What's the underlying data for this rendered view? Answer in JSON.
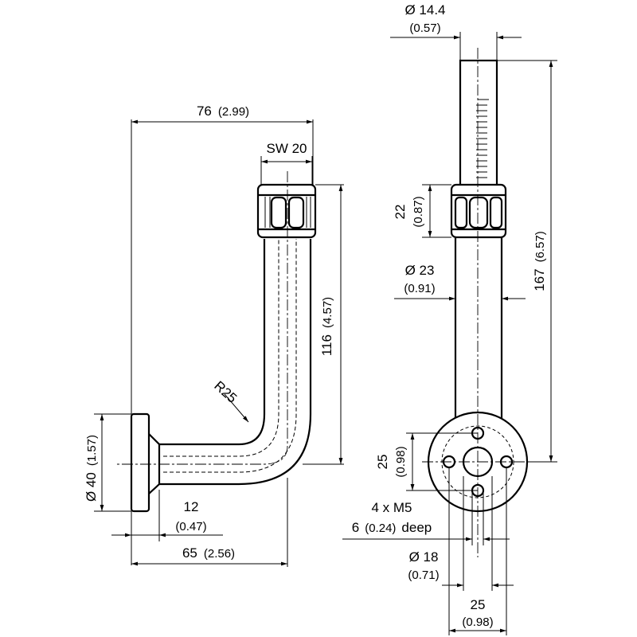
{
  "dimensions": {
    "width_total": {
      "main": "76",
      "sub": "(2.99)"
    },
    "wrench_size": {
      "main": "SW 20"
    },
    "height_side": {
      "main": "116",
      "sub": "(4.57)"
    },
    "bend_radius": {
      "main": "R25"
    },
    "flange_diameter": {
      "main": "Ø 40",
      "sub": "(1.57)"
    },
    "flange_offset": {
      "main": "12",
      "sub": "(0.47)"
    },
    "depth_total": {
      "main": "65",
      "sub": "(2.56)"
    },
    "rod_diameter": {
      "main": "Ø 14.4",
      "sub": "(0.57)"
    },
    "nut_height": {
      "main": "22",
      "sub": "(0.87)"
    },
    "tube_diameter": {
      "main": "Ø 23",
      "sub": "(0.91)"
    },
    "height_total": {
      "main": "167",
      "sub": "(6.57)"
    },
    "hole_spacing": {
      "main": "25",
      "sub": "(0.98)"
    },
    "thread_spec": {
      "line1": "4 x M5",
      "line2_num": "6",
      "line2_sub": "(0.24)",
      "line2_tail": "deep"
    },
    "bore_diameter": {
      "main": "Ø 18",
      "sub": "(0.71)"
    },
    "base_width": {
      "main": "25",
      "sub": "(0.98)"
    }
  }
}
